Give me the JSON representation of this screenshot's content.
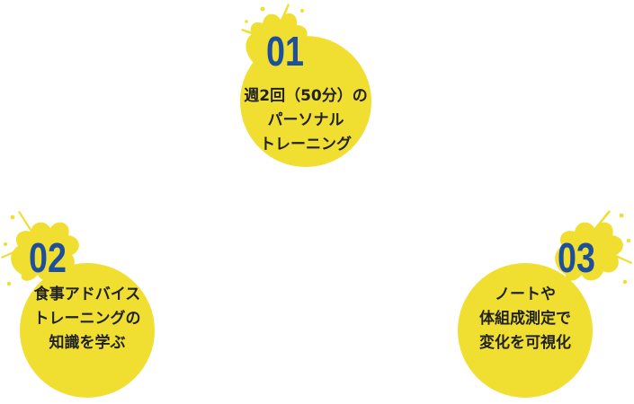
{
  "colors": {
    "circle": "#f0df30",
    "number": "#1e4f9c",
    "text": "#222222",
    "background": "#ffffff"
  },
  "items": [
    {
      "number": "01",
      "lines": [
        "週2回（50分）の",
        "パーソナル",
        "トレーニング"
      ]
    },
    {
      "number": "02",
      "lines": [
        "食事アドバイス",
        "トレーニングの",
        "知識を学ぶ"
      ]
    },
    {
      "number": "03",
      "lines": [
        "ノートや",
        "体組成測定で",
        "変化を可視化"
      ]
    }
  ]
}
